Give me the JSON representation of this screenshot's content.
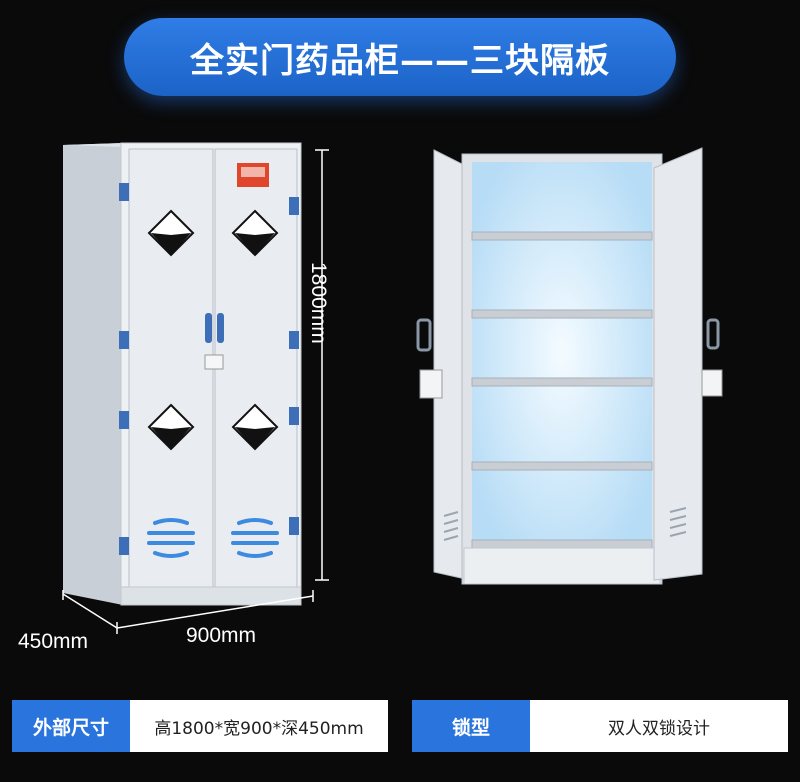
{
  "banner": {
    "title": "全实门药品柜——三块隔板"
  },
  "dimensions": {
    "height": "1800mm",
    "depth": "450mm",
    "width": "900mm"
  },
  "specs": [
    {
      "label": "外部尺寸",
      "value": "高1800*宽900*深450mm"
    },
    {
      "label": "锁型",
      "value": "双人双锁设计"
    }
  ],
  "colors": {
    "accent": "#2a74dd",
    "background": "#0a0a0a",
    "cabinet": "#e9edf1",
    "hinge": "#3d6fb8"
  }
}
